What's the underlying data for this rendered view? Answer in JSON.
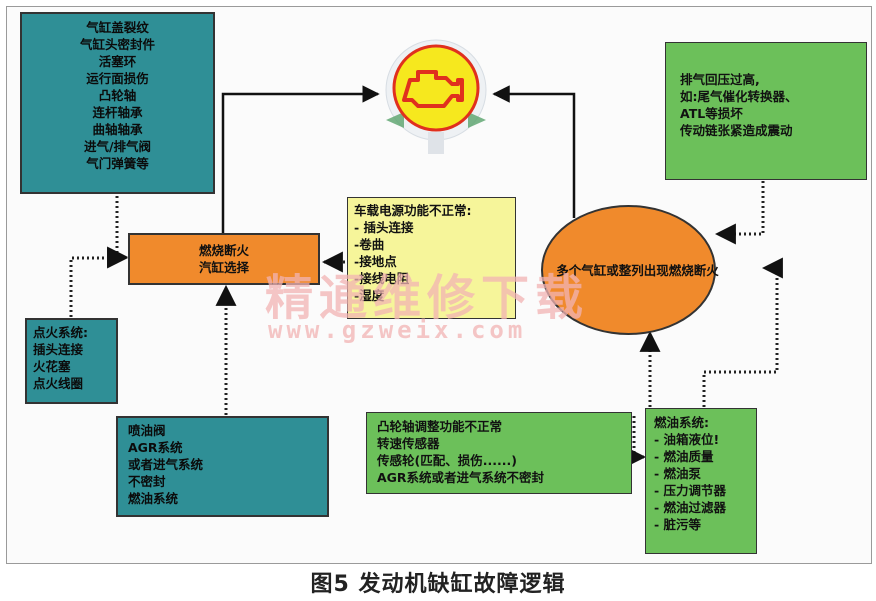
{
  "boxes": {
    "mechanical": [
      "气缸盖裂纹",
      "气缸头密封件",
      "活塞环",
      "运行面损伤",
      "凸轮轴",
      "连杆轴承",
      "曲轴轴承",
      "进气/排气阀",
      "气门弹簧等"
    ],
    "misfire": [
      "燃烧断火",
      "汽缸选择"
    ],
    "power": [
      "车载电源功能不正常:",
      "- 插头连接",
      "-卷曲",
      "-接地点",
      "-接线电阻",
      "-湿度"
    ],
    "exhaust": [
      "排气回压过高,",
      "如:尾气催化转换器、",
      "ATL等损坏",
      "传动链张紧造成震动"
    ],
    "cylinder_ellipse": "多个气缸或整列出现燃烧断火",
    "ignition": [
      "点火系统:",
      "插头连接",
      "火花塞",
      "点火线圈"
    ],
    "injector": [
      "喷油阀",
      "AGR系统",
      "或者进气系统",
      "不密封",
      "燃油系统"
    ],
    "camshaft": [
      "凸轮轴调整功能不正常",
      "转速传感器",
      "传感轮(匹配、损伤......)",
      "AGR系统或者进气系统不密封"
    ],
    "fuel": [
      "燃油系统:",
      "- 油箱液位!",
      "- 燃油质量",
      "- 燃油泵",
      "- 压力调节器",
      "- 燃油过滤器",
      "- 脏污等"
    ]
  },
  "watermark": {
    "text": "精通维修下载",
    "url": "www.gzweix.com"
  },
  "caption": "图5 发动机缺缸故障逻辑",
  "colors": {
    "teal": "#2f8f96",
    "green": "#6cc05a",
    "yellow": "#f6f59a",
    "orange": "#f08a2c",
    "warning_light": "#f6e81e",
    "warning_ring": "#e0301e"
  },
  "icons": {
    "engine_warning": "engine-warning-light-icon"
  }
}
